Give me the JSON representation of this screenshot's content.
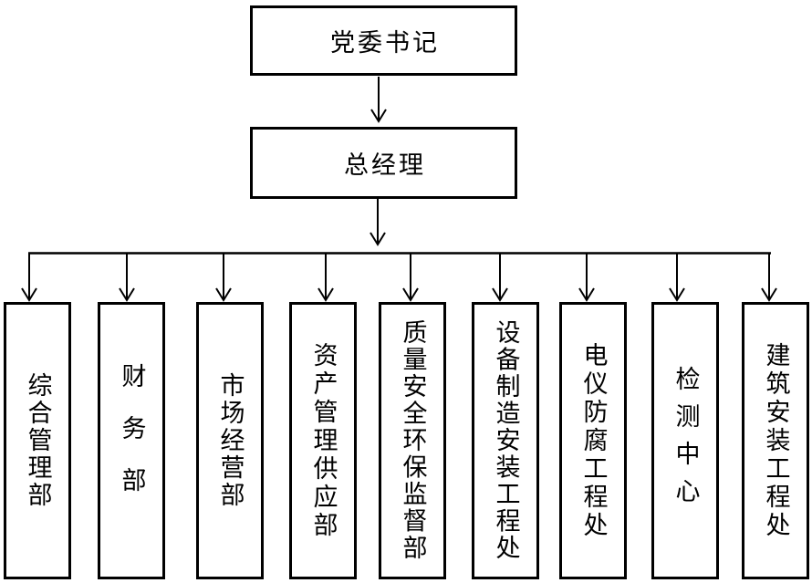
{
  "org_chart": {
    "top": {
      "label": "党委书记"
    },
    "middle": {
      "label": "总经理"
    },
    "departments": [
      {
        "name": "综合管理部"
      },
      {
        "name": "财务部"
      },
      {
        "name": "市场经营部"
      },
      {
        "name": "资产管理供应部"
      },
      {
        "name": "质量安全环保监督部"
      },
      {
        "name": "设备制造安装工程处"
      },
      {
        "name": "电仪防腐工程处"
      },
      {
        "name": "检测中心"
      },
      {
        "name": "建筑安装工程处"
      }
    ],
    "colors": {
      "line": "#000000",
      "box_border": "#000000",
      "text": "#000000",
      "background": "#ffffff"
    }
  }
}
